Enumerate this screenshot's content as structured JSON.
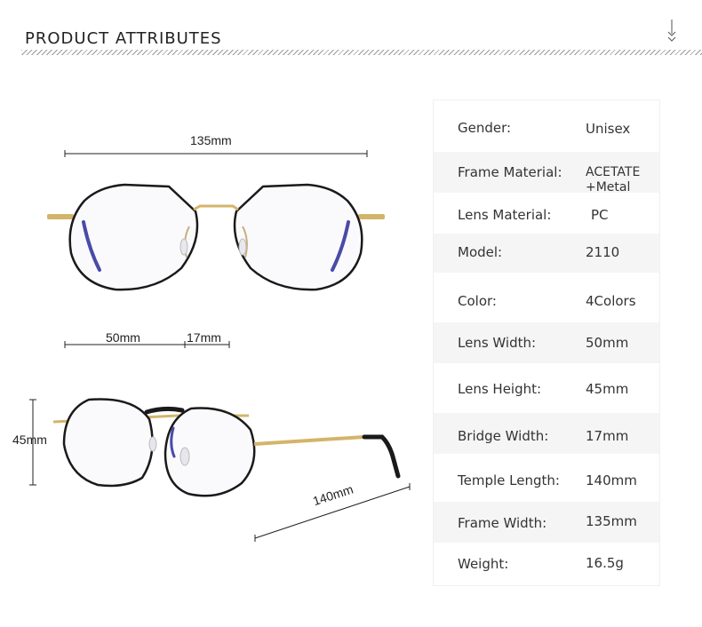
{
  "header": {
    "title": "PRODUCT ATTRIBUTES"
  },
  "dimensions": {
    "total_width": "135mm",
    "lens_width": "50mm",
    "bridge_width": "17mm",
    "lens_height": "45mm",
    "temple_length": "140mm"
  },
  "attributes": [
    {
      "label": "Gender:",
      "value": "Unisex"
    },
    {
      "label": "Frame Material:",
      "value": "ACETATE\n+Metal"
    },
    {
      "label": "Lens Material:",
      "value": "PC"
    },
    {
      "label": "Model:",
      "value": "2110"
    },
    {
      "label": "Color:",
      "value": "4Colors"
    },
    {
      "label": "Lens Width:",
      "value": "50mm"
    },
    {
      "label": "Lens Height:",
      "value": "45mm"
    },
    {
      "label": "Bridge Width:",
      "value": "17mm"
    },
    {
      "label": "Temple Length:",
      "value": "140mm"
    },
    {
      "label": "Frame Width:",
      "value": "135mm"
    },
    {
      "label": "Weight:",
      "value": "16.5g"
    }
  ],
  "colors": {
    "frame": "#1a1a1a",
    "metal": "#d4b46a",
    "lens_tint": "#4a4aa8",
    "row_shade": "#f5f5f5"
  }
}
